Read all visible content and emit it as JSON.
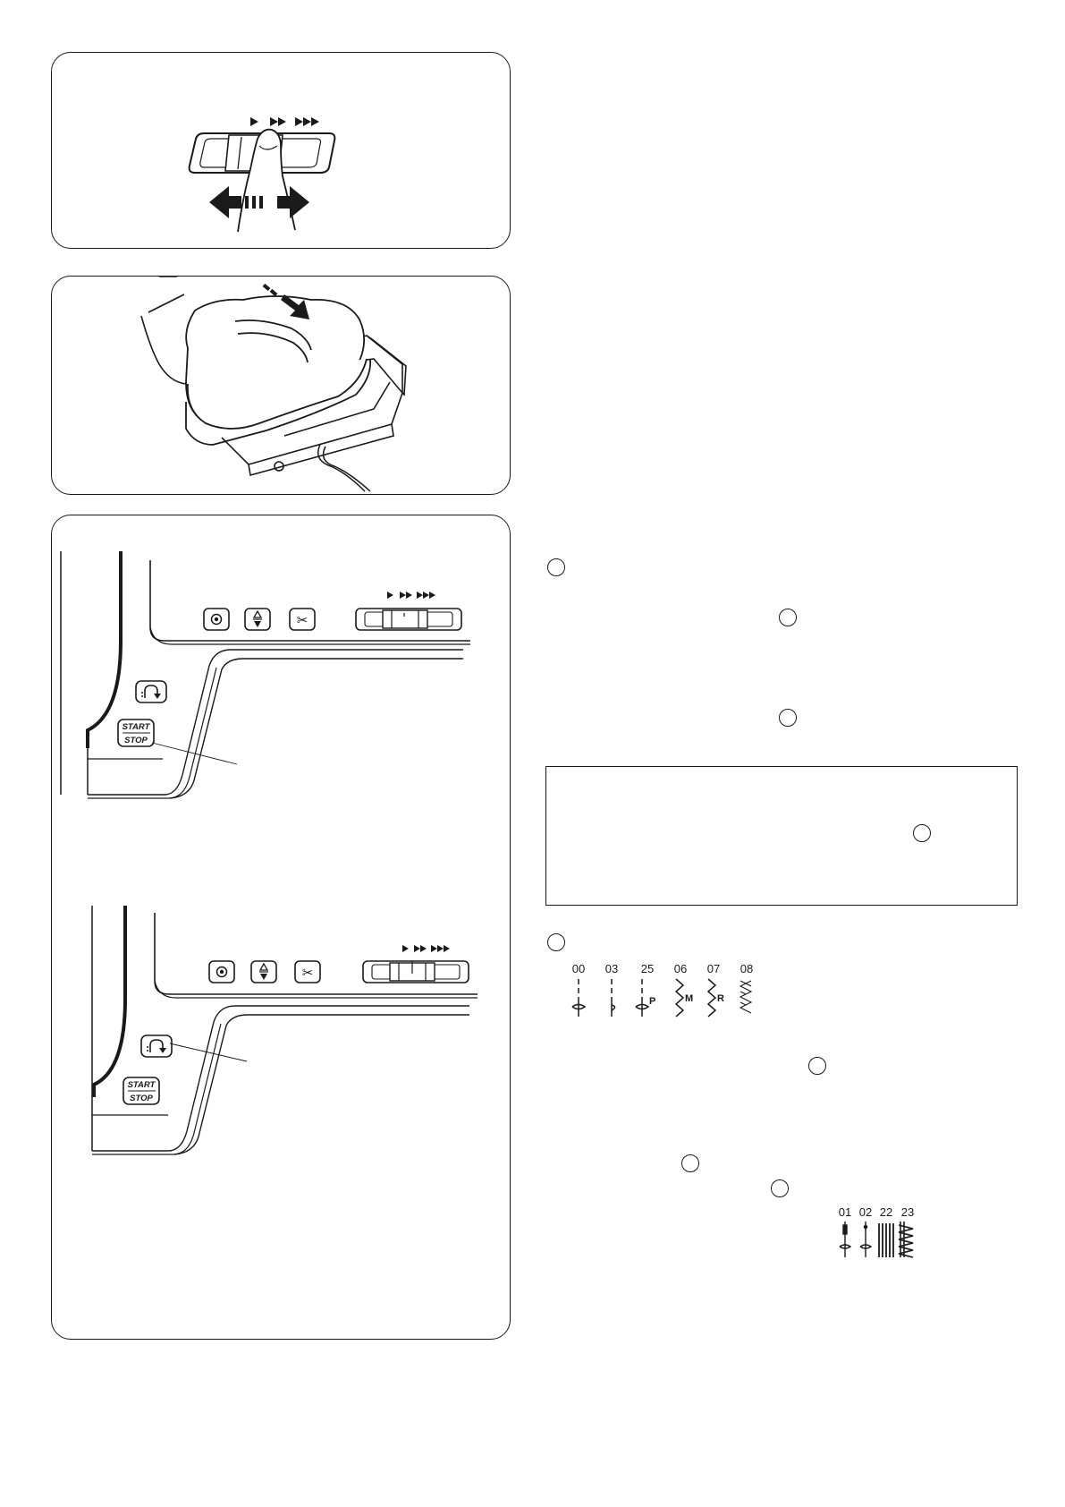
{
  "panel3": {
    "fig_a": {
      "start_line1": "START",
      "start_line2": "STOP"
    },
    "fig_b": {
      "start_line1": "START",
      "start_line2": "STOP"
    }
  },
  "stitch_group_1": {
    "labels": [
      "00",
      "03",
      "25",
      "06",
      "07",
      "08"
    ],
    "badges": [
      "P",
      "M",
      "R"
    ]
  },
  "stitch_group_2": {
    "labels": [
      "01",
      "02",
      "22",
      "23"
    ]
  }
}
